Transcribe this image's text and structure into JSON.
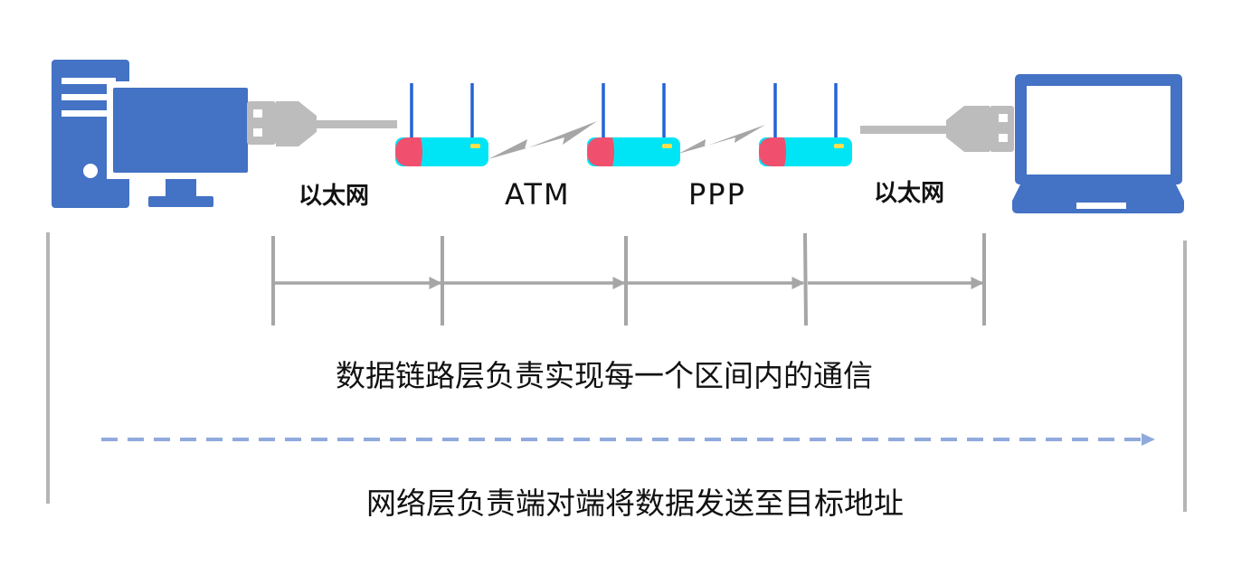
{
  "labels": {
    "link_ethernet_left": "以太网",
    "link_atm": "ATM",
    "link_ppp": "PPP",
    "link_ethernet_right": "以太网"
  },
  "captions": {
    "data_link": "数据链路层负责实现每一个区间内的通信",
    "network": "网络层负责端对端将数据发送至目标地址"
  },
  "icons": {
    "source": "desktop-computer-icon",
    "destination": "laptop-icon",
    "router": "wireless-router-icon",
    "cable_plug": "usb-plug-icon",
    "wireless_link": "lightning-link-icon"
  },
  "colors": {
    "device_blue": "#4472c4",
    "router_body": "#00e5f5",
    "router_end": "#f0506e",
    "antenna": "#2563d6",
    "led": "#ffe04a",
    "cable_gray": "#bcbcbc",
    "line_gray": "#a6a6a6",
    "dashed_blue": "#8faadc"
  }
}
